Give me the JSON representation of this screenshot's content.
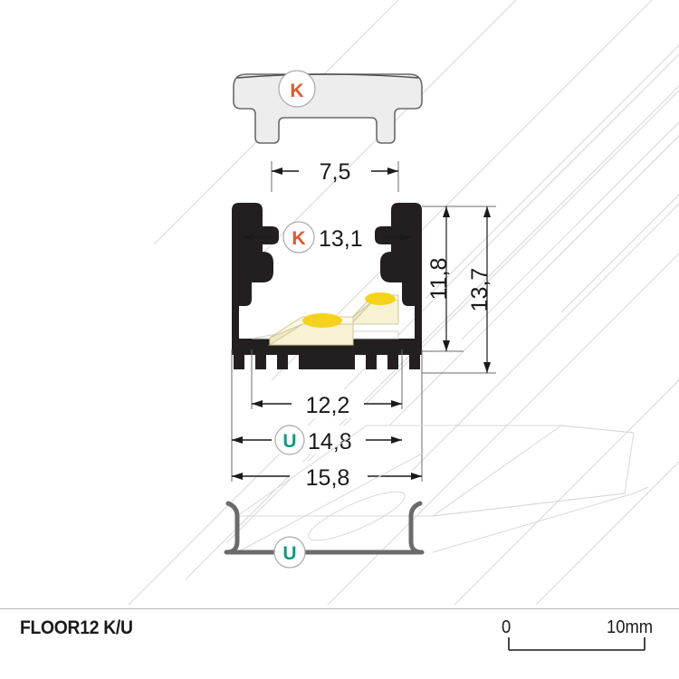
{
  "drawing": {
    "title": "FLOOR12 K/U",
    "background_color": "#ffffff",
    "perspective_line_color": "#d8d8d8"
  },
  "cover": {
    "badge_letter": "K",
    "badge_color": "#e2552c",
    "fill_color": "#ededed",
    "stroke_color": "#6b6b6b"
  },
  "profile": {
    "fill_color": "#231f20",
    "badge_letter": "K",
    "badge_color": "#e2552c"
  },
  "led": {
    "chip_top_color": "#f5d31c",
    "chip_body_color": "#f6f2d2",
    "pcb_color": "#ffffff"
  },
  "channel": {
    "badge_letter": "U",
    "badge_color": "#149a7c",
    "stroke_color": "#6b6b6b"
  },
  "dimensions": {
    "cover_width": "7,5",
    "inner_top_width": "13,1",
    "inner_height": "11,8",
    "outer_height": "13,7",
    "inner_bottom_width": "12,2",
    "channel_width": "14,8",
    "outer_width": "15,8"
  },
  "scale_bar": {
    "zero_label": "0",
    "max_label": "10mm"
  }
}
